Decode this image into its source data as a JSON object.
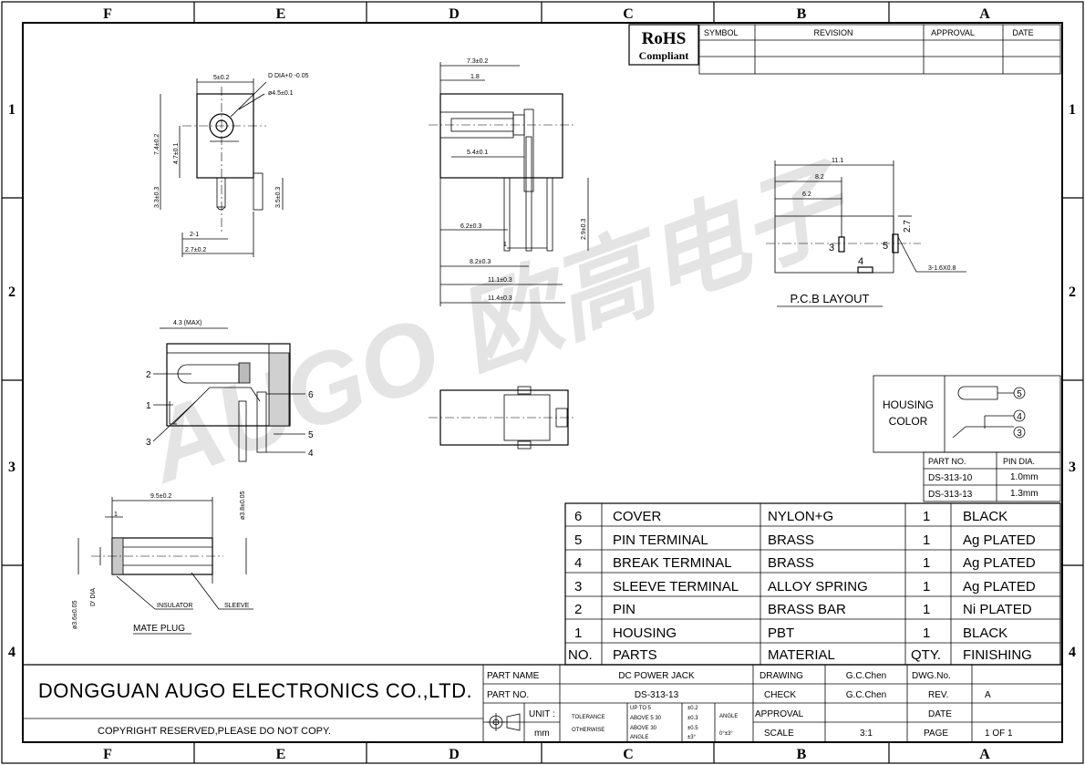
{
  "frame": {
    "col_labels": [
      "F",
      "E",
      "D",
      "C",
      "B",
      "A"
    ],
    "row_labels": [
      "1",
      "2",
      "3",
      "4"
    ]
  },
  "rohs": {
    "line1": "RoHS",
    "line2": "Compliant"
  },
  "revision_table": {
    "headers": [
      "SYMBOL",
      "REVISION",
      "APPROVAL",
      "DATE"
    ]
  },
  "watermark": {
    "text": "AUGO 欧高电子"
  },
  "views": {
    "front": {
      "dims": [
        "5±0.2",
        "D DIA+0 -0.05",
        "ø4.5±0.1",
        "7.4±0.2",
        "4.7±0.1",
        "3.3±0.3",
        "3.5±0.3",
        "2-1",
        "2.7±0.2"
      ]
    },
    "side": {
      "dims": [
        "7.3±0.2",
        "1.8",
        "5.4±0.1",
        "6.2±0.3",
        "1",
        "2.9±0.3",
        "8.2±0.3",
        "11.1±0.3",
        "11.4±0.3"
      ]
    },
    "pcb": {
      "title": "P.C.B LAYOUT",
      "dims": [
        "11.1",
        "8.2",
        "6.2",
        "2.7",
        "3-1.6X0.8"
      ],
      "pads": [
        "3",
        "5",
        "4"
      ]
    },
    "section": {
      "dim": "4.3 (MAX)",
      "balloons": [
        "2",
        "1",
        "3",
        "6",
        "5",
        "4"
      ]
    },
    "plug": {
      "title": "MATE PLUG",
      "dims": [
        "9.5±0.2",
        "1",
        "ø3.8±0.05",
        "D' DIA",
        "ø3.6±0.05"
      ],
      "labels": [
        "INSULATOR",
        "SLEEVE"
      ]
    }
  },
  "housing": {
    "label_1": "HOUSING",
    "label_2": "COLOR",
    "terminals": [
      "5",
      "4",
      "3"
    ]
  },
  "pin_table": {
    "headers": [
      "PART NO.",
      "PIN DIA."
    ],
    "rows": [
      [
        "DS-313-10",
        "1.0mm"
      ],
      [
        "DS-313-13",
        "1.3mm"
      ]
    ]
  },
  "bom": {
    "rows": [
      [
        "6",
        "COVER",
        "NYLON+G",
        "1",
        "BLACK"
      ],
      [
        "5",
        "PIN TERMINAL",
        "BRASS",
        "1",
        "Ag PLATED"
      ],
      [
        "4",
        "BREAK TERMINAL",
        "BRASS",
        "1",
        "Ag PLATED"
      ],
      [
        "3",
        "SLEEVE TERMINAL",
        "ALLOY SPRING",
        "1",
        "Ag PLATED"
      ],
      [
        "2",
        "PIN",
        "BRASS BAR",
        "1",
        "Ni PLATED"
      ],
      [
        "1",
        "HOUSING",
        "PBT",
        "1",
        "BLACK"
      ]
    ],
    "header": [
      "NO.",
      "PARTS",
      "MATERIAL",
      "QTY.",
      "FINISHING"
    ]
  },
  "title_block": {
    "company": "DONGGUAN AUGO ELECTRONICS CO.,LTD.",
    "copyright": "COPYRIGHT RESERVED,PLEASE DO NOT COPY.",
    "part_name_label": "PART NAME",
    "part_name": "DC POWER JACK",
    "part_no_label": "PART NO.",
    "part_no": "DS-313-13",
    "unit_label": "UNIT :",
    "unit": "mm",
    "tolerance_1": "TOLERANCE",
    "tolerance_2": "OTHERWISE",
    "tol_rows": [
      "UP TO 5",
      "ABOVE 5 30",
      "ABOVE 30"
    ],
    "tol_vals": [
      "±0.2",
      "±0.3",
      "±0.5"
    ],
    "angle_label": "ANGLE",
    "angle_val_a": "±3°",
    "angle_col_label": "ANGLE",
    "angle_col_val": "0°±3°",
    "drawing_label": "DRAWING",
    "drawing_by": "G.C.Chen",
    "check_label": "CHECK",
    "check_by": "G.C.Chen",
    "approval_label": "APPROVAL",
    "scale_label": "SCALE",
    "scale": "3:1",
    "dwg_label": "DWG.No.",
    "rev_label": "REV.",
    "rev": "A",
    "date_label": "DATE",
    "page_label": "PAGE",
    "page": "1 OF 1"
  }
}
